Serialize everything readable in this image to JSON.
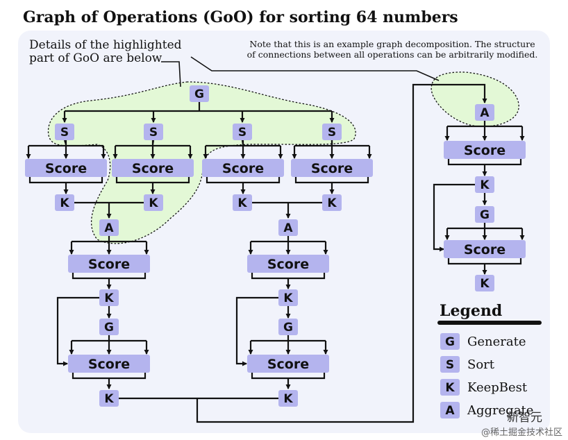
{
  "title": "Graph of Operations (GoO) for sorting 64 numbers",
  "note_highlight": [
    "Details of the highlighted",
    "part of GoO are below"
  ],
  "note_structure": [
    "Note that this is an example graph decomposition. The structure",
    "of connections between all operations can be arbitrarily modified."
  ],
  "labels": {
    "G": "G",
    "S": "S",
    "K": "K",
    "A": "A",
    "Score": "Score"
  },
  "legend": {
    "title": "Legend",
    "items": [
      {
        "key": "G",
        "label": "Generate"
      },
      {
        "key": "S",
        "label": "Sort"
      },
      {
        "key": "K",
        "label": "KeepBest"
      },
      {
        "key": "A",
        "label": "Aggregate"
      }
    ]
  },
  "watermark": [
    "新智元",
    "@稀土掘金技术社区"
  ],
  "colors": {
    "node": "#b4b4ee",
    "highlight": "#e3f8d6",
    "panel": "#f1f3fb",
    "line": "#111111"
  }
}
